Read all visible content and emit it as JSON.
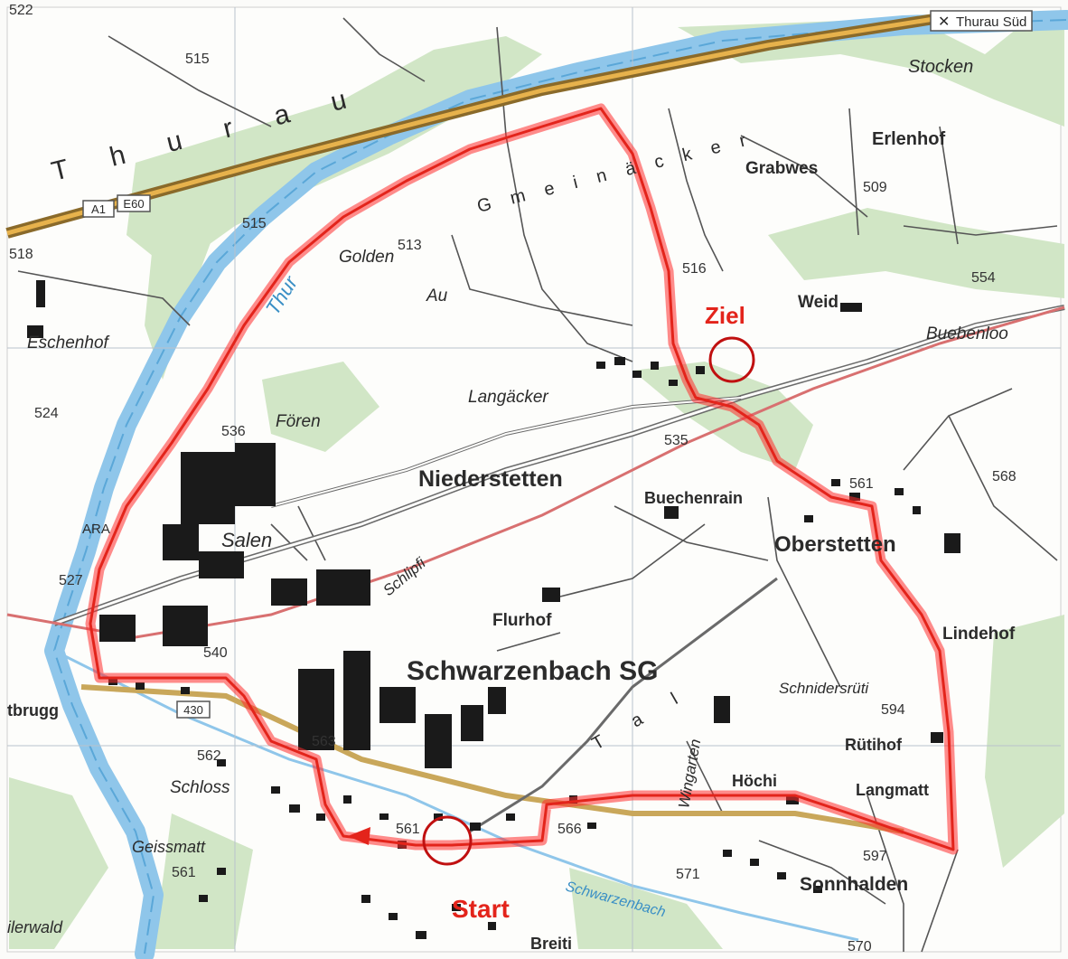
{
  "map": {
    "places": {
      "thurau_sud": "Thurau Süd",
      "stocken": "Stocken",
      "erlenhof": "Erlenhof",
      "grabwes": "Grabwes",
      "weid": "Weid",
      "buebenloo": "Buebenloo",
      "gmeinacker": "Gmeinäcker",
      "thurau": "Thurau",
      "golden": "Golden",
      "au": "Au",
      "thur": "Thur",
      "eschenhof": "Eschenhof",
      "langacker": "Langäcker",
      "foren": "Fören",
      "niederstetten": "Niederstetten",
      "buechenrain": "Buechenrain",
      "oberstetten": "Oberstetten",
      "salen": "Salen",
      "ara": "ARA",
      "schlipfi": "Schlipfi",
      "flurhof": "Flurhof",
      "lindehof": "Lindehof",
      "schwarzenbach_sg": "Schwarzenbach SG",
      "tal": "Tal",
      "schnidersruti": "Schnidersrüti",
      "rutihof": "Rütihof",
      "wingarten": "Wingarten",
      "langmatt": "Langmatt",
      "hochi": "Höchi",
      "schloss": "Schloss",
      "geissmatt": "Geissmatt",
      "sonnhalden": "Sonnhalden",
      "schwarzenbach": "Schwarzenbach",
      "breiti": "Breiti",
      "ilerwald": "ilerwald",
      "tbrugg": "tbrugg"
    },
    "elevations": {
      "e515a": "515",
      "e515b": "515",
      "e518": "518",
      "e513": "513",
      "e516": "516",
      "e509": "509",
      "e554": "554",
      "e524": "524",
      "e536": "536",
      "e535": "535",
      "e561a": "561",
      "e568": "568",
      "e527": "527",
      "e540": "540",
      "e563": "563",
      "e562": "562",
      "e594": "594",
      "e561b": "561",
      "e566": "566",
      "e571": "571",
      "e597": "597",
      "e561c": "561",
      "e570": "570",
      "e522": "522"
    },
    "roads": {
      "a1": "A1",
      "e60": "E60",
      "r430": "430"
    },
    "route": {
      "start_label": "Start",
      "finish_label": "Ziel",
      "color": "#e3241b"
    }
  }
}
